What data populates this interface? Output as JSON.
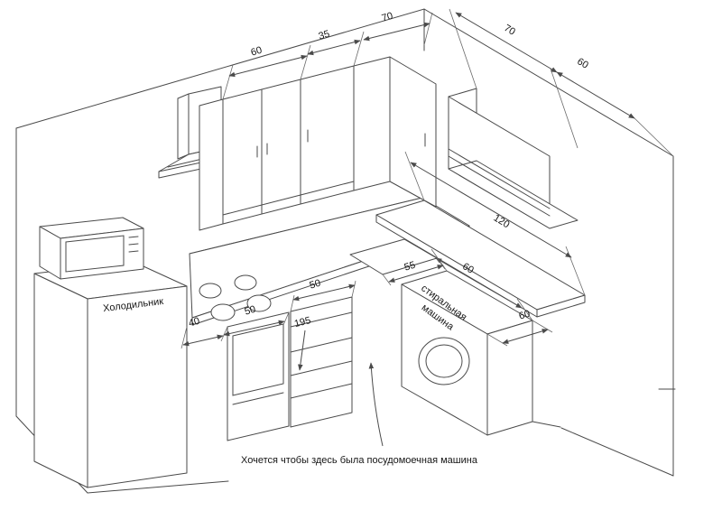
{
  "diagram": {
    "kind": "kitchen-perspective-sketch",
    "background": "#ffffff",
    "line_color": "#4a4a4a",
    "text_color": "#151515"
  },
  "labels": {
    "fridge": "Холодильник",
    "washer_line1": "стиральная",
    "washer_line2": "машина",
    "annotation": "Хочется чтобы здесь была посудомоечная машина"
  },
  "dimensions": {
    "upper_left_60": "60",
    "upper_left_35": "35",
    "upper_left_70": "70",
    "upper_right_70": "70",
    "upper_right_60": "60",
    "counter_120": "120",
    "washer_top_60": "60",
    "washer_side_60": "60",
    "sink_55": "55",
    "drawers_50": "50",
    "base_40": "40",
    "stove_50": "50",
    "height_195": "195"
  }
}
